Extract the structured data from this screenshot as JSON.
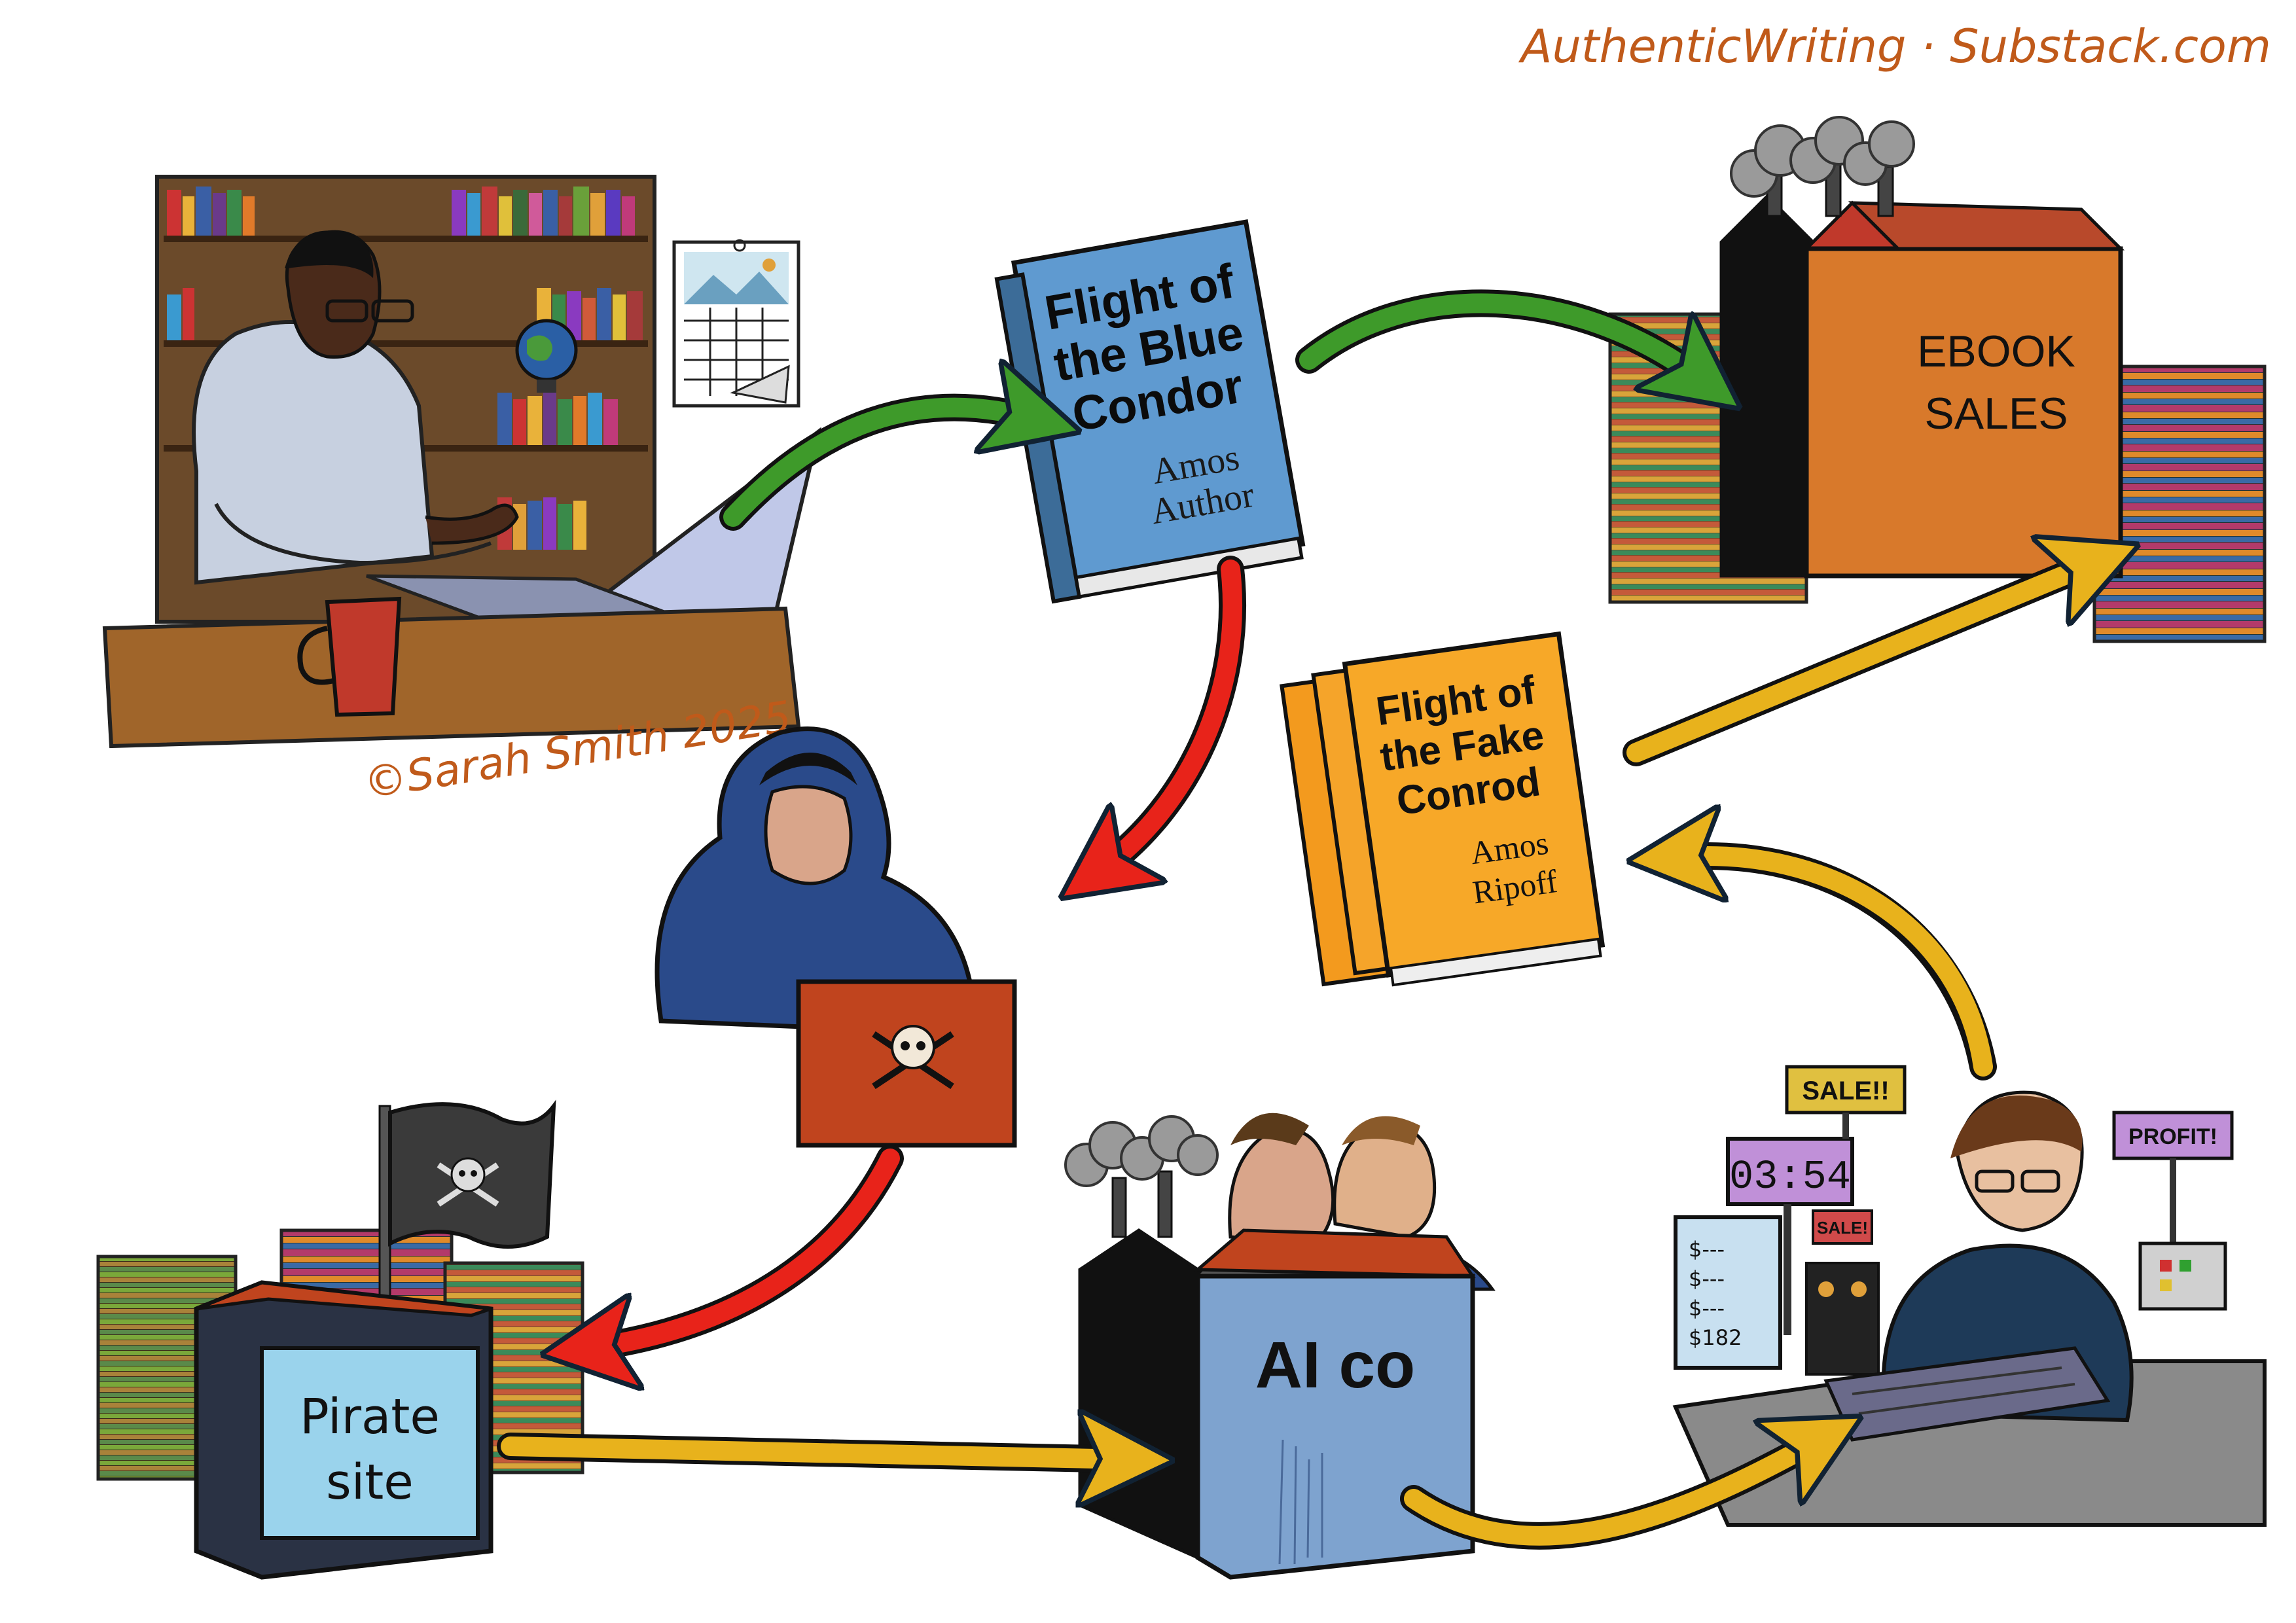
{
  "header": {
    "site_credit": "AuthenticWriting · Substack.com"
  },
  "signature": "©Sarah Smith 2025",
  "scenes": {
    "author": {
      "subject": "author-at-desk"
    },
    "original_book": {
      "title_lines": [
        "Flight of",
        "the Blue",
        "Condor"
      ],
      "author_lines": [
        "Amos",
        "Author"
      ],
      "cover_color": "#4f8fc0"
    },
    "ebook_store": {
      "label_lines": [
        "EBOOK",
        "SALES"
      ],
      "color": "#d8792b"
    },
    "fake_books": {
      "title_lines": [
        "Flight of",
        "the Fake",
        "Conrod"
      ],
      "author_lines": [
        "Amos",
        "Ripoff"
      ],
      "cover_color": "#f39a1e"
    },
    "pirate_site": {
      "label_lines": [
        "Pirate",
        "site"
      ],
      "icon": "skull-crossbones-icon"
    },
    "ai_company": {
      "label": "AI co",
      "color": "#7ea3cf"
    },
    "seller_screens": {
      "sign_sale_top": "SALE!!",
      "sign_profit": "PROFIT!",
      "sign_sale_small": "SALE!",
      "clock_display": "03:54",
      "monitor_lines": [
        "$---",
        "$---",
        "$---",
        "$182"
      ]
    }
  },
  "arrow_colors": {
    "legit": "#3e9a2a",
    "theft": "#e8231a",
    "profit": "#e8b21c"
  }
}
